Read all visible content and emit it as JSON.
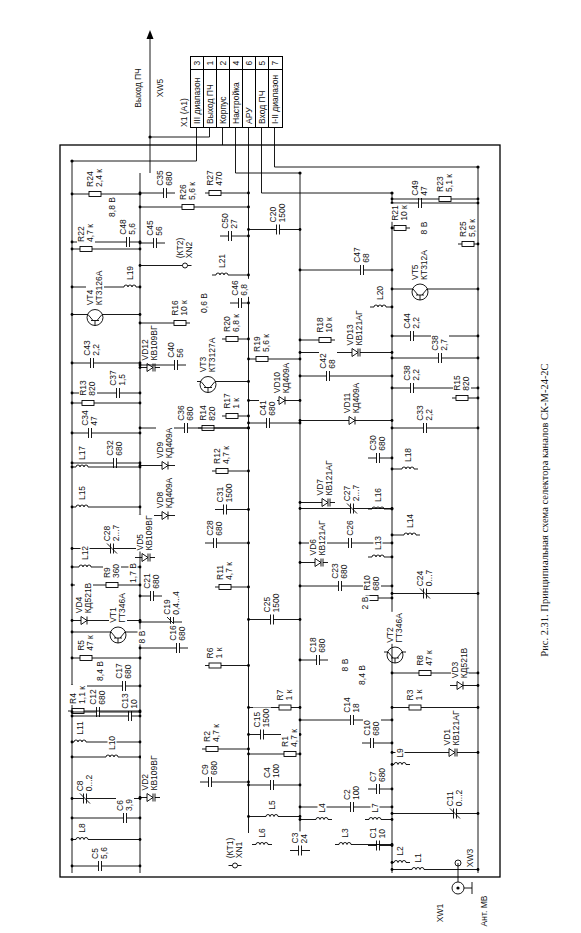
{
  "diagram": {
    "caption": "Рис. 2.31. Принципиальная схема селектора каналов СК-М-24-2С",
    "nodes": [
      {
        "text": [
          "X1 (A1)"
        ]
      },
      {
        "text": [
          "III диапазон",
          "3"
        ],
        "in": 0
      },
      {
        "text": [
          "Выход ПЧ",
          "1"
        ],
        "in": 0
      },
      {
        "text": [
          "Корпус",
          "2"
        ],
        "in": 0
      },
      {
        "text": [
          "Настройка",
          "4"
        ],
        "in": 0
      },
      {
        "text": [
          "АРУ",
          "6"
        ],
        "in": 0
      },
      {
        "text": [
          "Вход ПЧ",
          "5"
        ],
        "in": 0
      },
      {
        "text": [
          "I-II диапазон",
          "7"
        ],
        "in": 0
      }
    ],
    "labels": [
      "C35",
      "680",
      "R27",
      "470",
      "C20",
      "1500",
      "R23",
      "5,1 к",
      "R24",
      "2,4 к",
      "8,8 В",
      "R22",
      "4,7 к",
      "C48",
      "5,6",
      "C45",
      "56",
      "R26",
      "5,6 к",
      "VT4",
      "КТ3126А",
      "L19",
      "C43",
      "2,2",
      "R16",
      "10 к",
      "0,6 В",
      "(КТ2)",
      "XN2",
      "C50",
      "27",
      "L21",
      "C46",
      "6,8",
      "R20",
      "6,8 к",
      "VT3",
      "КТ3127А",
      "R19",
      "5,6 к",
      "VD12",
      "КВ109ВГ",
      "C40",
      "56",
      "C37",
      "1,5",
      "R13",
      "820",
      "C34",
      "47",
      "C36",
      "680",
      "R14",
      "820",
      "R17",
      "1 к",
      "C41",
      "680",
      "C32",
      "680",
      "L17",
      "VD9",
      "КД409А",
      "R12",
      "4,7 к",
      "C30",
      "680",
      "L18",
      "L15",
      "VD8",
      "КД409А",
      "C31",
      "1500",
      "VD7",
      "КВ121АГ",
      "C27",
      "2...7",
      "L16",
      "C26",
      "L14",
      "L13",
      "C28",
      "2...7",
      "VD5",
      "КВ109ВГ",
      "C28",
      "680",
      "VD6",
      "КВ121АГ",
      "L12",
      "R9",
      "360",
      "1,7 В",
      "C21",
      "680",
      "R11",
      "4,7 к",
      "C23",
      "680",
      "R10",
      "680",
      "C24",
      "0...7",
      "VD4",
      "КД521В",
      "VT1",
      "ГТ346А",
      "C19",
      "0,4...4",
      "C25",
      "1500",
      "2 В",
      "VT2",
      "ГТ346А",
      "R5",
      "47 к",
      "8 В",
      "C16",
      "680",
      "C17",
      "680",
      "R6",
      "1 к",
      "C18",
      "680",
      "8 В",
      "8,4 В",
      "R8",
      "47 к",
      "VD3",
      "КД521В",
      "8,4 В",
      "R4",
      "1,1 к",
      "C12",
      "680",
      "C13",
      "10",
      "R7",
      "1 к",
      "C15",
      "1500",
      "C14",
      "18",
      "R3",
      "1 к",
      "L11",
      "L10",
      "R2",
      "4,7 к",
      "R1",
      "4,7 к",
      "C10",
      "680",
      "VD1",
      "КВ121АГ",
      "L9",
      "C8",
      "0...2",
      "VD2",
      "КВ109ВГ",
      "C9",
      "680",
      "C7",
      "680",
      "C11",
      "0...2",
      "C6",
      "3,9",
      "C4",
      "100",
      "L5",
      "C2",
      "100",
      "L4",
      "L7",
      "L6",
      "L3",
      "C1",
      "10",
      "L2",
      "L1",
      "C3",
      "24",
      "(КТ1)",
      "XN1",
      "C5",
      "5,6",
      "L8",
      "XW3",
      "R21",
      "10 к",
      "C49",
      "47",
      "8 В",
      "R25",
      "5,6 к",
      "VT5",
      "КТ312А",
      "C47",
      "68",
      "L20",
      "C44",
      "2,2",
      "C38",
      "2,7",
      "R18",
      "10 к",
      "VD13",
      "КВ121АГ",
      "C42",
      "68",
      "VD10",
      "КД409А",
      "VD11",
      "КД409А",
      "C38",
      "2,2",
      "R15",
      "820",
      "C33",
      "2,2",
      "XW1",
      "Ант. МВ",
      "Выход ПЧ",
      "XW5"
    ]
  }
}
